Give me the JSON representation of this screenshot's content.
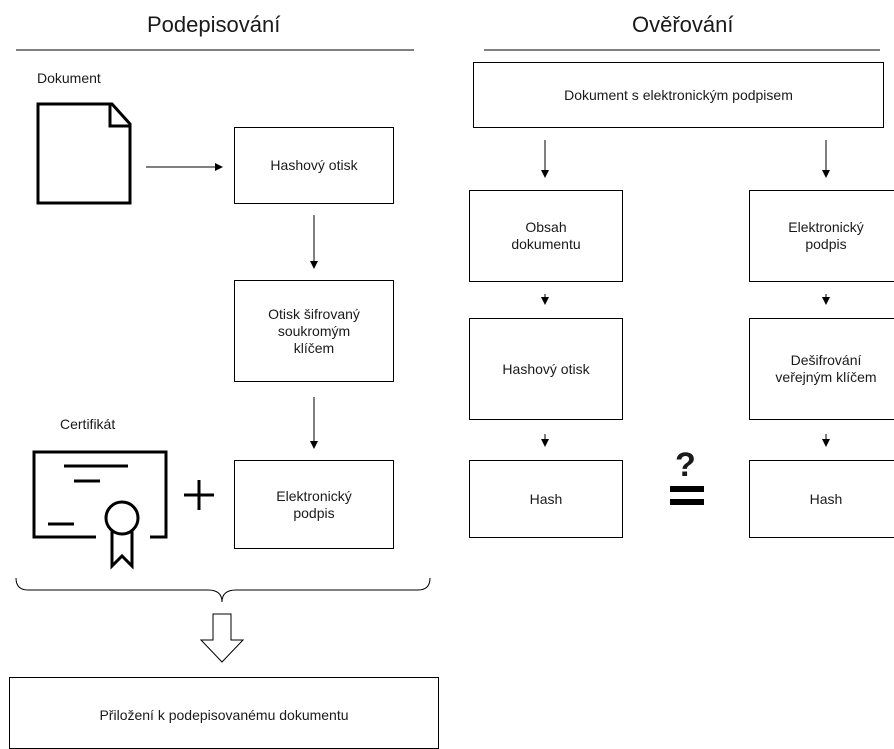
{
  "left": {
    "heading": "Podepisování",
    "document_label": "Dokument",
    "certificate_label": "Certifikát",
    "hash_box": "Hashový otisk",
    "encrypted_box": "Otisk šifrovaný\nsoukromým\nklíčem",
    "signature_box": "Elektronický\npodpis",
    "plus": "+",
    "attach_box": "Přiložení k podepisovanému dokumentu"
  },
  "right": {
    "heading": "Ověřování",
    "signed_document_box": "Dokument s elektronickým podpisem",
    "content_box": "Obsah\ndokumentu",
    "signature_box": "Elektronický\npodpis",
    "hash_digest_box": "Hashový otisk",
    "decrypt_box": "Dešifrování\nveřejným klíčem",
    "hash_left_box": "Hash",
    "hash_right_box": "Hash",
    "compare_symbol": "?"
  },
  "colors": {
    "line": "#000000",
    "text": "#1a1a1a",
    "background": "#ffffff"
  }
}
